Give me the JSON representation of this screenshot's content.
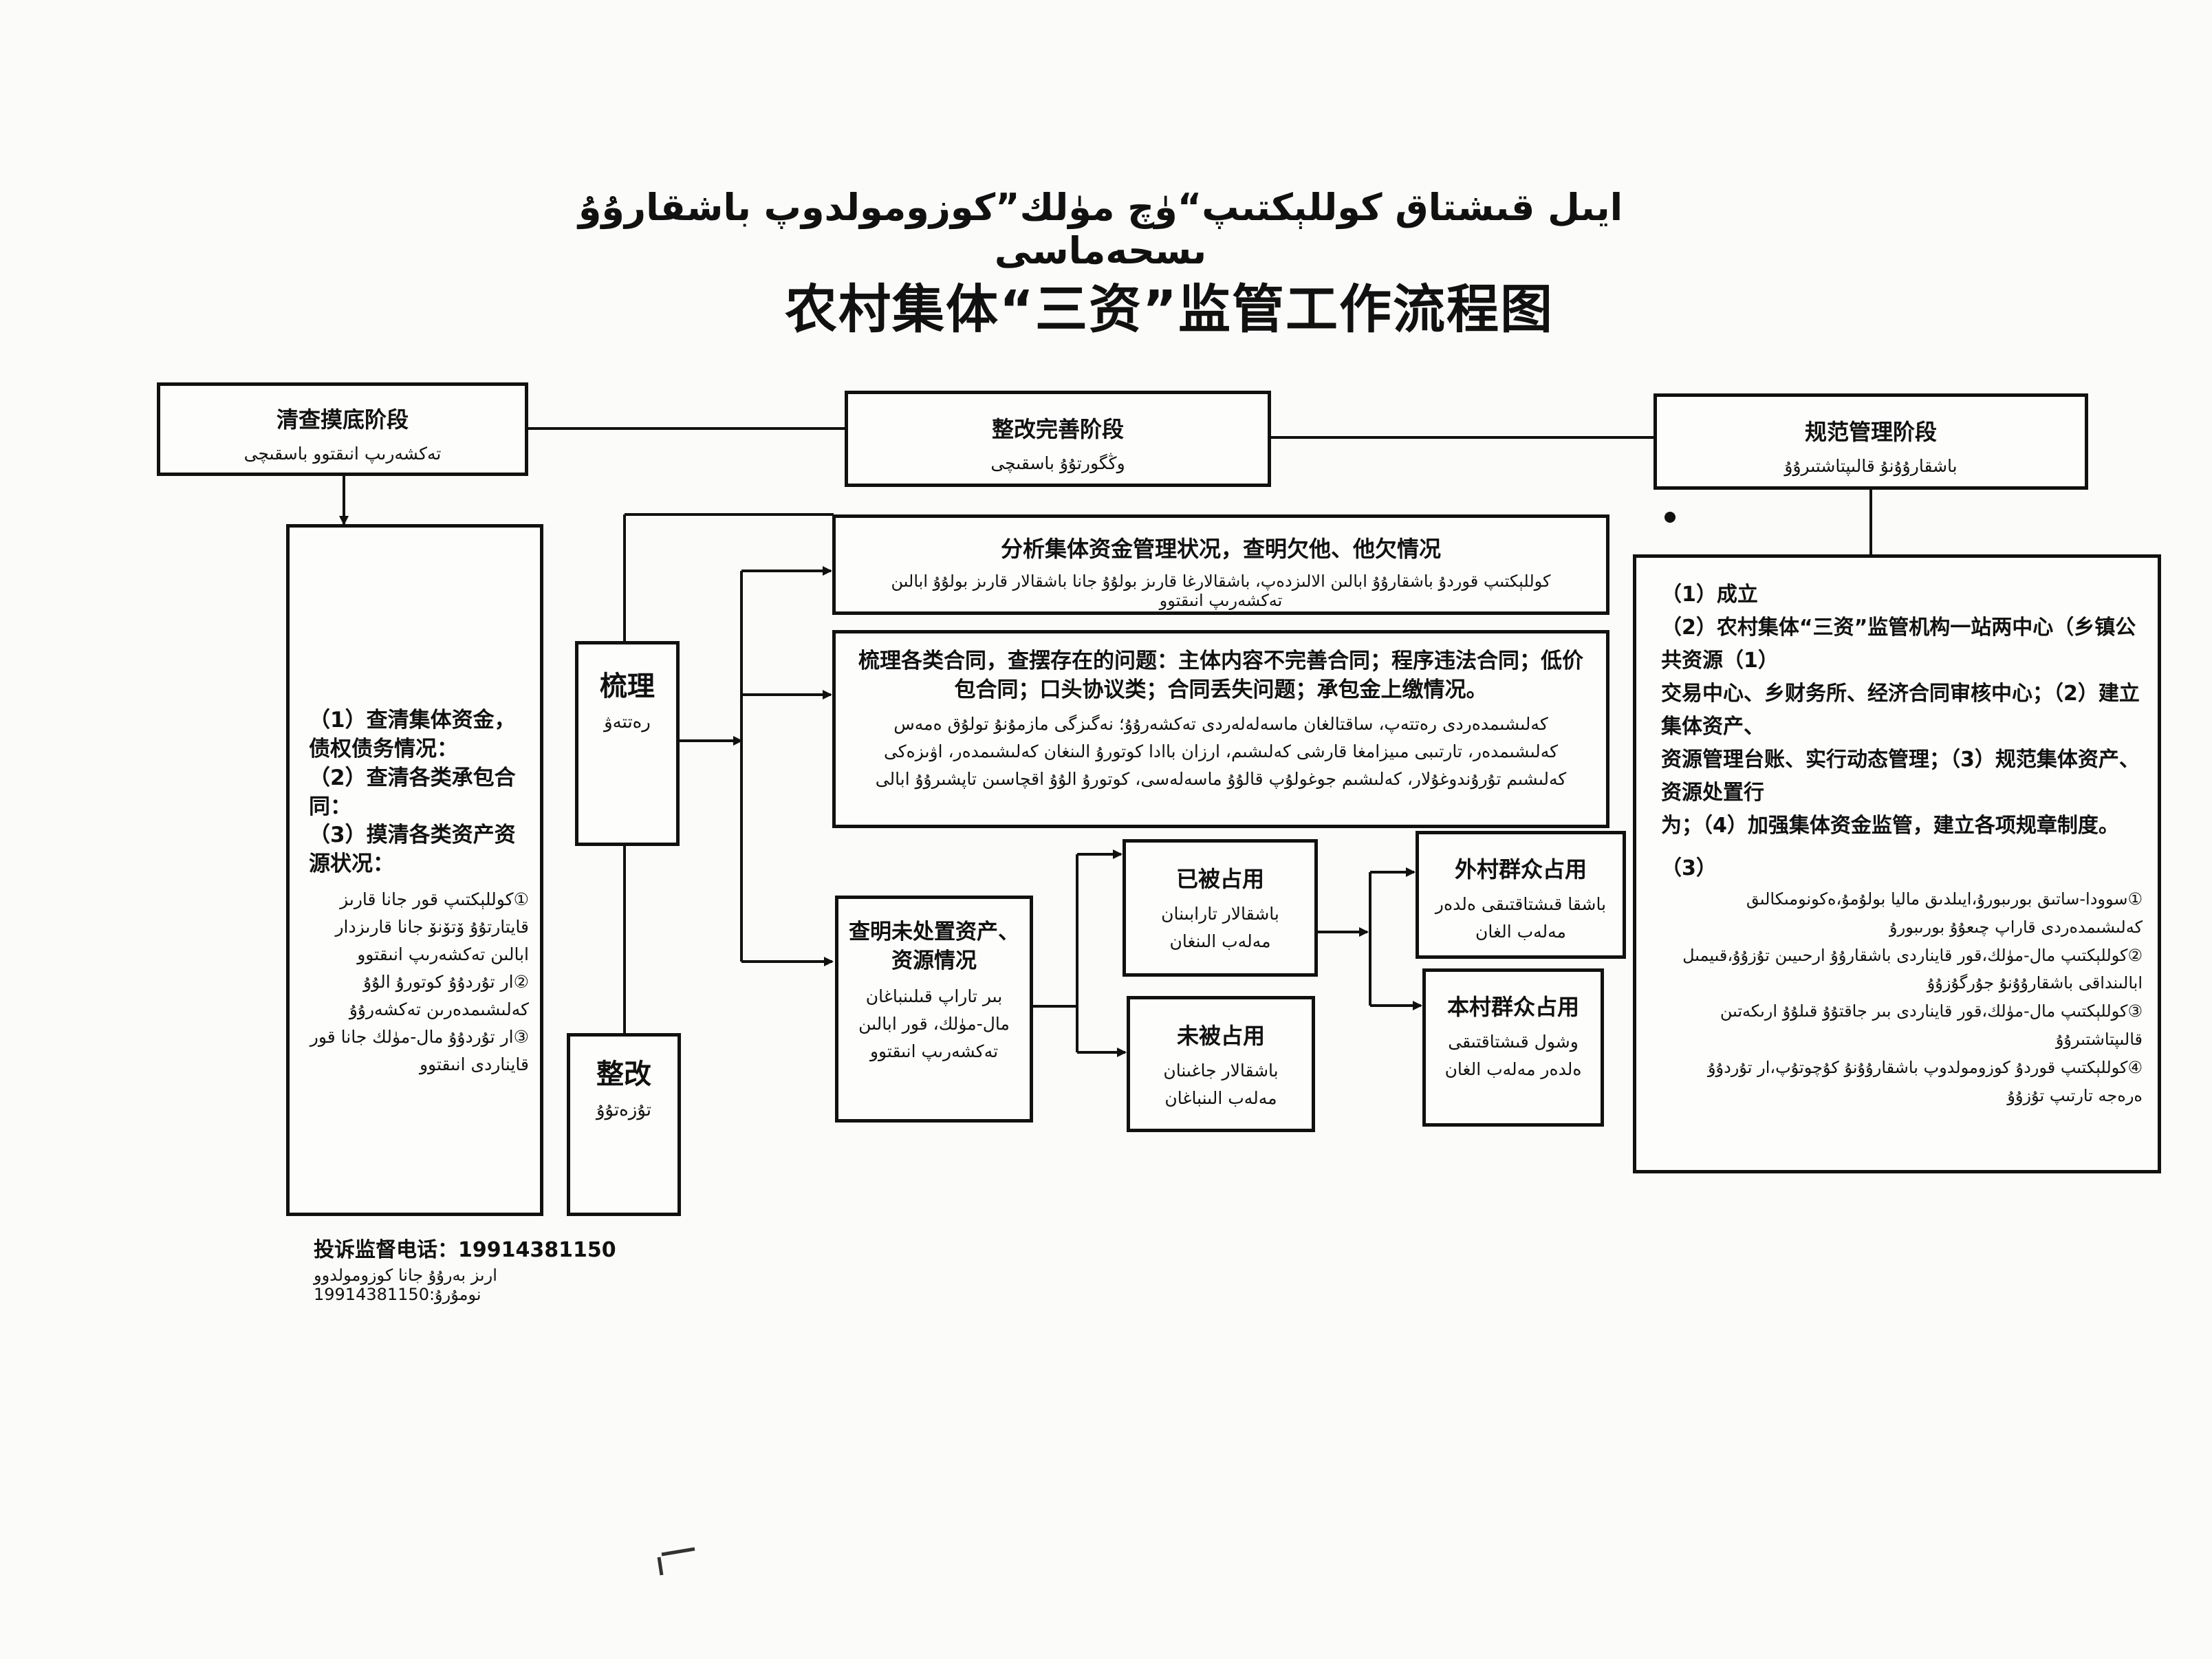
{
  "title": {
    "ug": "ايىل قىشتاق كوللېكتىپ“ۈچ مۈلك”كوزومولدوپ باشقارۇۇ ىسحەماسى",
    "zh": "农村集体“三资”监管工作流程图"
  },
  "stages": {
    "stage1": {
      "zh": "清查摸底阶段",
      "ug": "تەكشەرىپ انىقتوو باسقىچى"
    },
    "stage2": {
      "zh": "整改完善阶段",
      "ug": "وڭگورتۇۇ باسقىچى"
    },
    "stage3": {
      "zh": "规范管理阶段",
      "ug": "باشقارۇۇنۇ قالىپتاشتىرۇۇ"
    }
  },
  "stage1_detail": {
    "zh_items": [
      "（1）查清集体资金，债权债务情况：",
      "（2）查清各类承包合同：",
      "（3）摸清各类资产资源状况："
    ],
    "ug_items": [
      "①كوللېكتىپ قور جانا قارىز قايتارتۇۇ ۆتۆنۆ جانا قارىزدار ابالىن تەكشەرىپ انىقتوو",
      "②ار تۇردۇۇ كوتورۇ الۇۇ كەلىشىمدەرىن تەكشەرۇۇ",
      "③ار تۇردۇۇ مال-مۈلك جانا قور قايناردى انىقتوو"
    ]
  },
  "side_labels": {
    "sort": {
      "zh": "梳理",
      "ug": "رەتتەۋ"
    },
    "rectify": {
      "zh": "整改",
      "ug": "تۇزەتۇۇ"
    }
  },
  "analysis_box": {
    "zh": "分析集体资金管理状况，查明欠他、他欠情况",
    "ug": "كوللېكتىپ قوردۇ باشقارۇۇ ابالىن الالىزدەپ، باشقالارغا قارىز بولۇۇ جانا باشقالار قارىز بولۇۇ ابالىن تەكشەرىپ انىقتوو"
  },
  "contracts_box": {
    "zh": "梳理各类合同，查摆存在的问题：主体内容不完善合同；程序违法合同；低价包合同；口头协议类；合同丢失问题；承包金上缴情况。",
    "ug": "كەلىشىمدەردى رەتتەپ، ساقتالغان ماسەلەلەردى تەكشەرۇۇ؛ نەگىزگى مازمۇنۇ تولۇق ەمەس كەلىشىمدەر، تارتىبى مىيزامغا قارشى كەلىشىم، ارزان باادا كوتورۇ الىنغان كەلىشىمدەر، اۋىزەكى كەلىشىم تۇرۇندوغۇلار، كەلىشىم جوغولۇپ قالۇۇ ماسەلەسى، كوتورۇ الۇۇ اقچاسىن تاپشىرۇۇ ابالى"
  },
  "unused_assets_box": {
    "zh": "查明未处置资产、资源情况",
    "ug": "بىر تاراپ قىلىنباغان مال-مۈلك، قور ابالىن تەكشەرىپ انىقتوو"
  },
  "occupied_box": {
    "zh": "已被占用",
    "ug": "باشقالار تارابىنان مەلەب الىنغان"
  },
  "not_occupied_box": {
    "zh": "未被占用",
    "ug": "باشقالار جاغىنان مەلەب الىنباغان"
  },
  "outside_box": {
    "zh": "外村群众占用",
    "ug": "باشقا قىشتاقتىقى ەلدەر مەلەب الغان"
  },
  "local_box": {
    "zh": "本村群众占用",
    "ug": "وشول قىشتاقتىقى ەلدەر مەلەب الغان"
  },
  "stage3_detail": {
    "zh": "（1）成立（2）农村集体“三资”监管机构一站两中心（乡镇公共资源（1）交易中心、乡财务所、经济合同审核中心；（2）建立集体资产、资源管理台账、实行动态管理；（3）规范集体资产、资源处置行为；（4）加强集体资金监管，建立各项规章制度。",
    "zh_lines": [
      "（1）成立",
      "（2）农村集体“三资”监管机构一站两中心（乡镇公共资源（1）",
      "交易中心、乡财务所、经济合同审核中心；（2）建立集体资产、",
      "资源管理台账、实行动态管理；（3）规范集体资产、资源处置行",
      "为；（4）加强集体资金监管，建立各项规章制度。"
    ],
    "num3": "（3）",
    "ug_items": [
      "①سوودا-ساتىق بورىبورۇ،ايىلدىق ماليا بولۇمۇ،ەكونومىكالىق كەلىشىمدەردى قاراپ چىعۇۇ بورىبورۇ",
      "②كوللېكتىپ مال-مۈلك،قور قايناردى باشقارۇۇ ارحىيىن تۇزۇۇ،قىيمىل ابالىنداقى باشقارۇۇنۇ جۇرگۇزۇۇ",
      "③كوللېكتىپ مال-مۈلك،قور قايناردى بىر جاقتۇۇ قىلۇۇ ارىكەتىن قالىپتاشتىرۇۇ",
      "④كوللېكتىپ قوردۇ كوزومولدوپ باشقارۇۇنۇ كۇچوتۇپ،ار تۇردۇۇ ەرەجە تارتىپ تۇزۇۇ"
    ]
  },
  "footer": {
    "zh": "投诉监督电话：19914381150",
    "ug": "ارىز بەرۇۇ جانا كوزومولدوو نومۇرۇ:19914381150"
  }
}
